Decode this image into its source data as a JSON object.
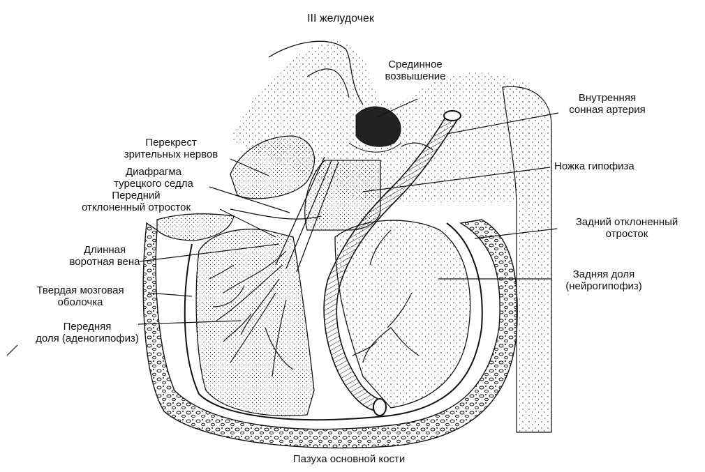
{
  "title": "III желудочек",
  "bottom": "Пазуха основной кости",
  "labels": {
    "median_eminence": [
      "Срединное",
      "возвышение"
    ],
    "internal_carotid": [
      "Внутренняя",
      "сонная артерия"
    ],
    "optic_chiasm": [
      "Перекрест",
      "зрительных нервов"
    ],
    "diaphragma": [
      "Диафрагма",
      "турецкого седла"
    ],
    "ant_clinoid": [
      "Передний",
      "отклоненный отросток"
    ],
    "stalk": "Ножка гипофиза",
    "post_clinoid": [
      "Задний отклоненный",
      "отросток"
    ],
    "long_portal": [
      "Длинная",
      "воротная вена"
    ],
    "dura": [
      "Твердая мозговая",
      "оболочка"
    ],
    "posterior_lobe": [
      "Задняя доля",
      "(нейрогипофиз)"
    ],
    "anterior_lobe": [
      "Передняя",
      "доля (аденогипофиз)"
    ]
  }
}
